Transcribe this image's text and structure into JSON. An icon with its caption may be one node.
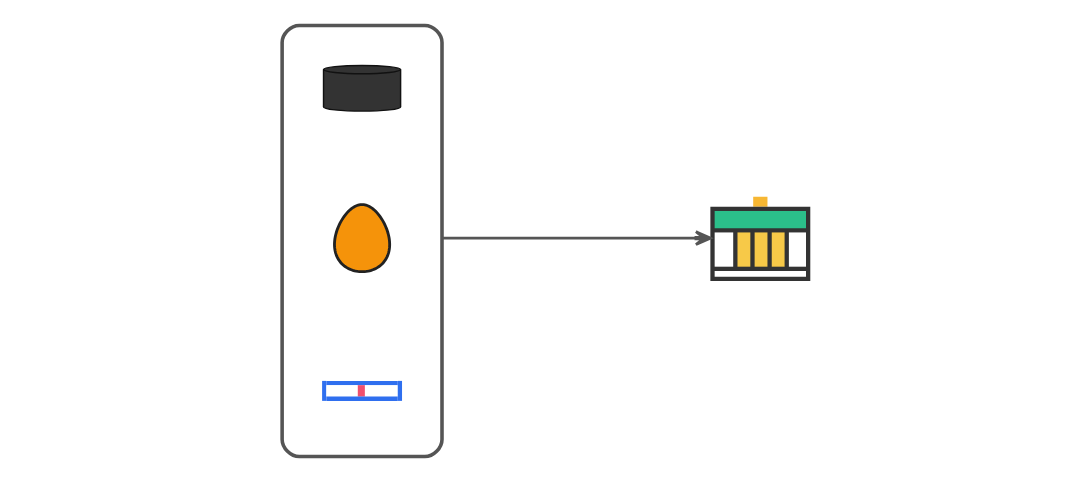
{
  "diagram": {
    "nodes": [
      {
        "text": [],
        "shape": "box"
      },
      {
        "text": [],
        "shape": "picture",
        "in": 0
      },
      {
        "text": [],
        "shape": "picture",
        "in": 0
      },
      {
        "text": [],
        "shape": "picture",
        "in": 0
      },
      {
        "text": [],
        "shape": "picture"
      }
    ],
    "edges": [
      {
        "from": 0,
        "to": 4,
        "arrow": "to"
      }
    ]
  }
}
